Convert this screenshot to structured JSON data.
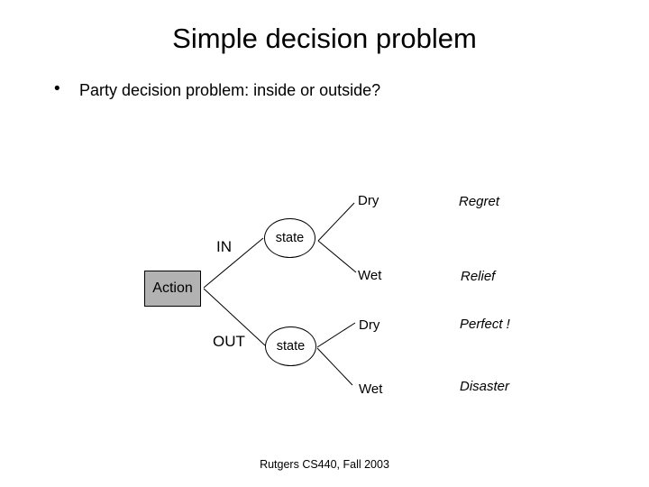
{
  "slide": {
    "title": "Simple decision problem",
    "bullet": {
      "marker": "•",
      "text": "Party decision problem: inside or outside?"
    },
    "footer": "Rutgers CS440, Fall 2003",
    "colors": {
      "background": "#ffffff",
      "text": "#000000",
      "line": "#000000",
      "action_box_fill": "#b2b2b2"
    }
  },
  "diagram": {
    "action_node": {
      "label": "Action"
    },
    "branches": [
      {
        "action": "IN",
        "chance_node": "state",
        "outcomes": [
          {
            "state": "Dry",
            "value": "Regret"
          },
          {
            "state": "Wet",
            "value": "Relief"
          }
        ]
      },
      {
        "action": "OUT",
        "chance_node": "state",
        "outcomes": [
          {
            "state": "Dry",
            "value": "Perfect !"
          },
          {
            "state": "Wet",
            "value": "Disaster"
          }
        ]
      }
    ]
  }
}
